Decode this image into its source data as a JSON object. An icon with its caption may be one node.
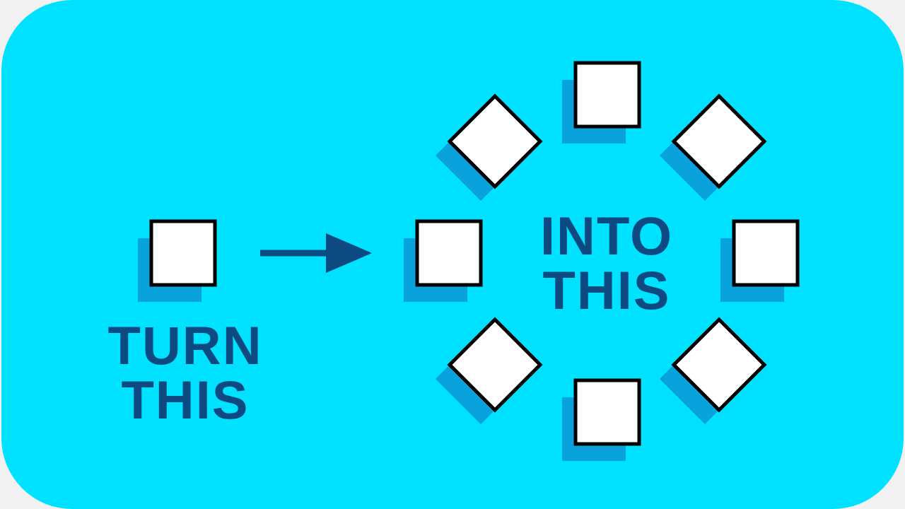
{
  "diagram": {
    "nodes": [
      {
        "text": [],
        "shape": "box"
      },
      {
        "text": [],
        "shape": "box"
      },
      {
        "text": [],
        "shape": "diamond"
      },
      {
        "text": [],
        "shape": "diamond"
      },
      {
        "text": [],
        "shape": "box"
      },
      {
        "text": [],
        "shape": "box"
      },
      {
        "text": [],
        "shape": "diamond"
      },
      {
        "text": [],
        "shape": "diamond"
      },
      {
        "text": [],
        "shape": "box"
      }
    ],
    "edges": [
      {
        "from": 0,
        "to": 4,
        "arrow": "to"
      }
    ],
    "labels": [
      "TURN THIS",
      "INTO THIS"
    ]
  }
}
